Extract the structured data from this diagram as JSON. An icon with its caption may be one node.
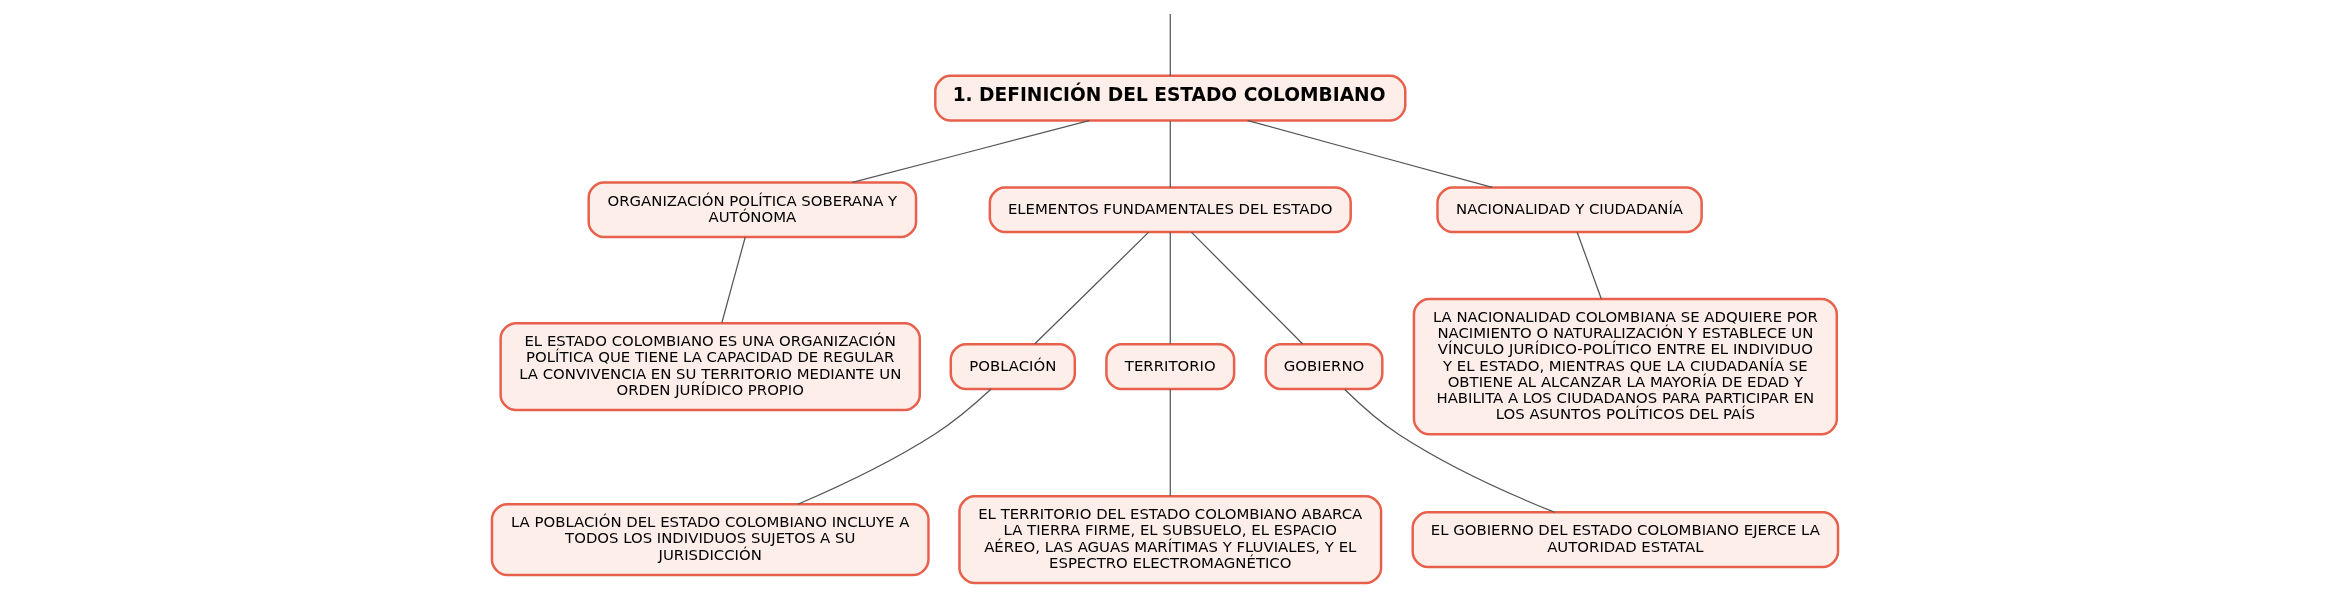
{
  "diagram": {
    "nodes": [
      {
        "text": [
          "1. DEFINICIÓN DEL ESTADO COLOMBIANO"
        ]
      },
      {
        "text": [
          "ORGANIZACIÓN POLÍTICA SOBERANA Y AUTÓNOMA"
        ]
      },
      {
        "text": [
          "ELEMENTOS FUNDAMENTALES DEL ESTADO"
        ]
      },
      {
        "text": [
          "NACIONALIDAD Y CIUDADANÍA"
        ]
      },
      {
        "text": [
          "EL ESTADO COLOMBIANO ES UNA ORGANIZACIÓN POLÍTICA QUE TIENE LA CAPACIDAD DE REGULAR LA CONVIVENCIA EN SU TERRITORIO MEDIANTE UN ORDEN JURÍDICO PROPIO"
        ]
      },
      {
        "text": [
          "POBLACIÓN"
        ]
      },
      {
        "text": [
          "TERRITORIO"
        ]
      },
      {
        "text": [
          "GOBIERNO"
        ]
      },
      {
        "text": [
          "LA POBLACIÓN DEL ESTADO COLOMBIANO INCLUYE A TODOS LOS INDIVIDUOS SUJETOS A SU JURISDICCIÓN"
        ]
      },
      {
        "text": [
          "EL TERRITORIO DEL ESTADO COLOMBIANO ABARCA LA TIERRA FIRME, EL SUBSUELO, EL ESPACIO AÉREO, LAS AGUAS MARÍTIMAS Y FLUVIALES, Y EL ESPECTRO ELECTROMAGNÉTICO"
        ]
      },
      {
        "text": [
          "EL GOBIERNO DEL ESTADO COLOMBIANO EJERCE LA AUTORIDAD ESTATAL"
        ]
      },
      {
        "text": [
          "LA NACIONALIDAD COLOMBIANA SE ADQUIERE POR NACIMIENTO O NATURALIZACIÓN Y ESTABLECE UN VÍNCULO JURÍDICO-POLÍTICO ENTRE EL INDIVIDUO Y EL ESTADO, MIENTRAS QUE LA CIUDADANÍA SE OBTIENE AL ALCANZAR LA MAYORÍA DE EDAD Y HABILITA A LOS CIUDADANOS PARA PARTICIPAR EN LOS ASUNTOS POLÍTICOS DEL PAÍS"
        ]
      }
    ],
    "edges": [
      {
        "from": null,
        "to": 0,
        "arrow": "none"
      },
      {
        "from": 0,
        "to": 1,
        "arrow": "none"
      },
      {
        "from": 0,
        "to": 2,
        "arrow": "none"
      },
      {
        "from": 0,
        "to": 3,
        "arrow": "none"
      },
      {
        "from": 1,
        "to": 4,
        "arrow": "none"
      },
      {
        "from": 2,
        "to": 5,
        "arrow": "none"
      },
      {
        "from": 2,
        "to": 6,
        "arrow": "none"
      },
      {
        "from": 2,
        "to": 7,
        "arrow": "none"
      },
      {
        "from": 5,
        "to": 8,
        "arrow": "none"
      },
      {
        "from": 6,
        "to": 9,
        "arrow": "none"
      },
      {
        "from": 7,
        "to": 10,
        "arrow": "none"
      },
      {
        "from": 3,
        "to": 11,
        "arrow": "none"
      }
    ]
  }
}
